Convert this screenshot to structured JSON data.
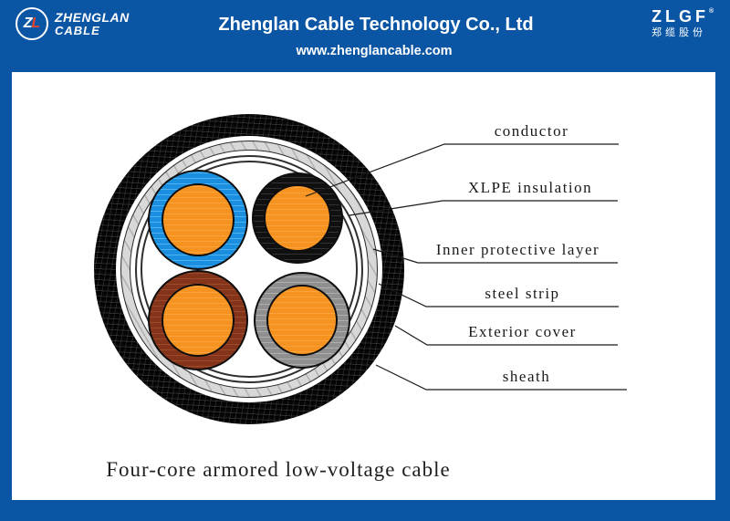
{
  "header": {
    "logo": {
      "monogram_z": "Z",
      "monogram_l": "L",
      "name_line1": "ZHENGLAN",
      "name_line2": "CABLE"
    },
    "company_name": "Zhenglan Cable Technology Co., Ltd",
    "website": "www.zhenglancable.com",
    "stock_logo": {
      "latin": "ZLGF",
      "registered_mark": "®",
      "chinese": "郑缆股份"
    }
  },
  "diagram": {
    "labels": [
      {
        "text": "conductor"
      },
      {
        "text": "XLPE insulation"
      },
      {
        "text": "Inner protective layer"
      },
      {
        "text": "steel strip"
      },
      {
        "text": "Exterior cover"
      },
      {
        "text": "sheath"
      }
    ],
    "caption": "Four-core armored low-voltage cable",
    "cores": [
      {
        "position": "top-left",
        "insulation_color": "#1a8fe0",
        "conductor_color": "#f69220"
      },
      {
        "position": "top-right",
        "insulation_color": "#141414",
        "conductor_color": "#f69220"
      },
      {
        "position": "bottom-left",
        "insulation_color": "#84341a",
        "conductor_color": "#f69220"
      },
      {
        "position": "bottom-right",
        "insulation_color": "#8f8f8f",
        "conductor_color": "#f69220"
      }
    ]
  },
  "colors": {
    "header_blue": "#0a56a5",
    "leader_line": "#1a1a1a",
    "steel_strip": "#d8d8d8",
    "panel_background": "#ffffff"
  }
}
